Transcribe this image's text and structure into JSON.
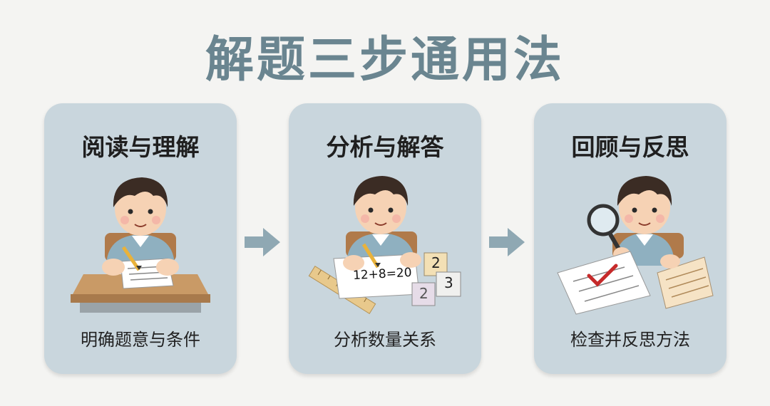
{
  "title": "解题三步通用法",
  "steps": [
    {
      "title": "阅读与理解",
      "caption": "明确题意与条件",
      "illustration": "boy-writing-at-desk-icon"
    },
    {
      "title": "分析与解答",
      "caption": "分析数量关系",
      "illustration": "boy-solving-with-blocks-icon",
      "equation": "12+8=20",
      "blocks": [
        "2",
        "3",
        "2"
      ]
    },
    {
      "title": "回顾与反思",
      "caption": "检查并反思方法",
      "illustration": "boy-checking-with-magnifier-icon"
    }
  ],
  "colors": {
    "card": "#c9d6dd",
    "title": "#6a8590",
    "arrow": "#8fa8b3",
    "check": "#c62a2a"
  }
}
